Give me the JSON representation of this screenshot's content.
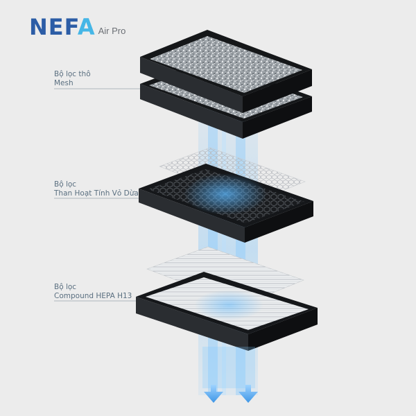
{
  "brand": {
    "name_parts": [
      "NEF",
      "A"
    ],
    "subtitle": "Air Pro",
    "colors": {
      "primary": "#2c5da6",
      "accent": "#45b6e6"
    }
  },
  "filters": [
    {
      "line1": "Bộ lọc thô",
      "line2": "Mesh"
    },
    {
      "line1": "Bộ lọc",
      "line2": "Than Hoạt Tính Vỏ Dừa"
    },
    {
      "line1": "Bộ lọc",
      "line2": "Compound HEPA H13"
    }
  ],
  "icons": [
    "down-arrow-icon",
    "down-arrow-icon"
  ]
}
